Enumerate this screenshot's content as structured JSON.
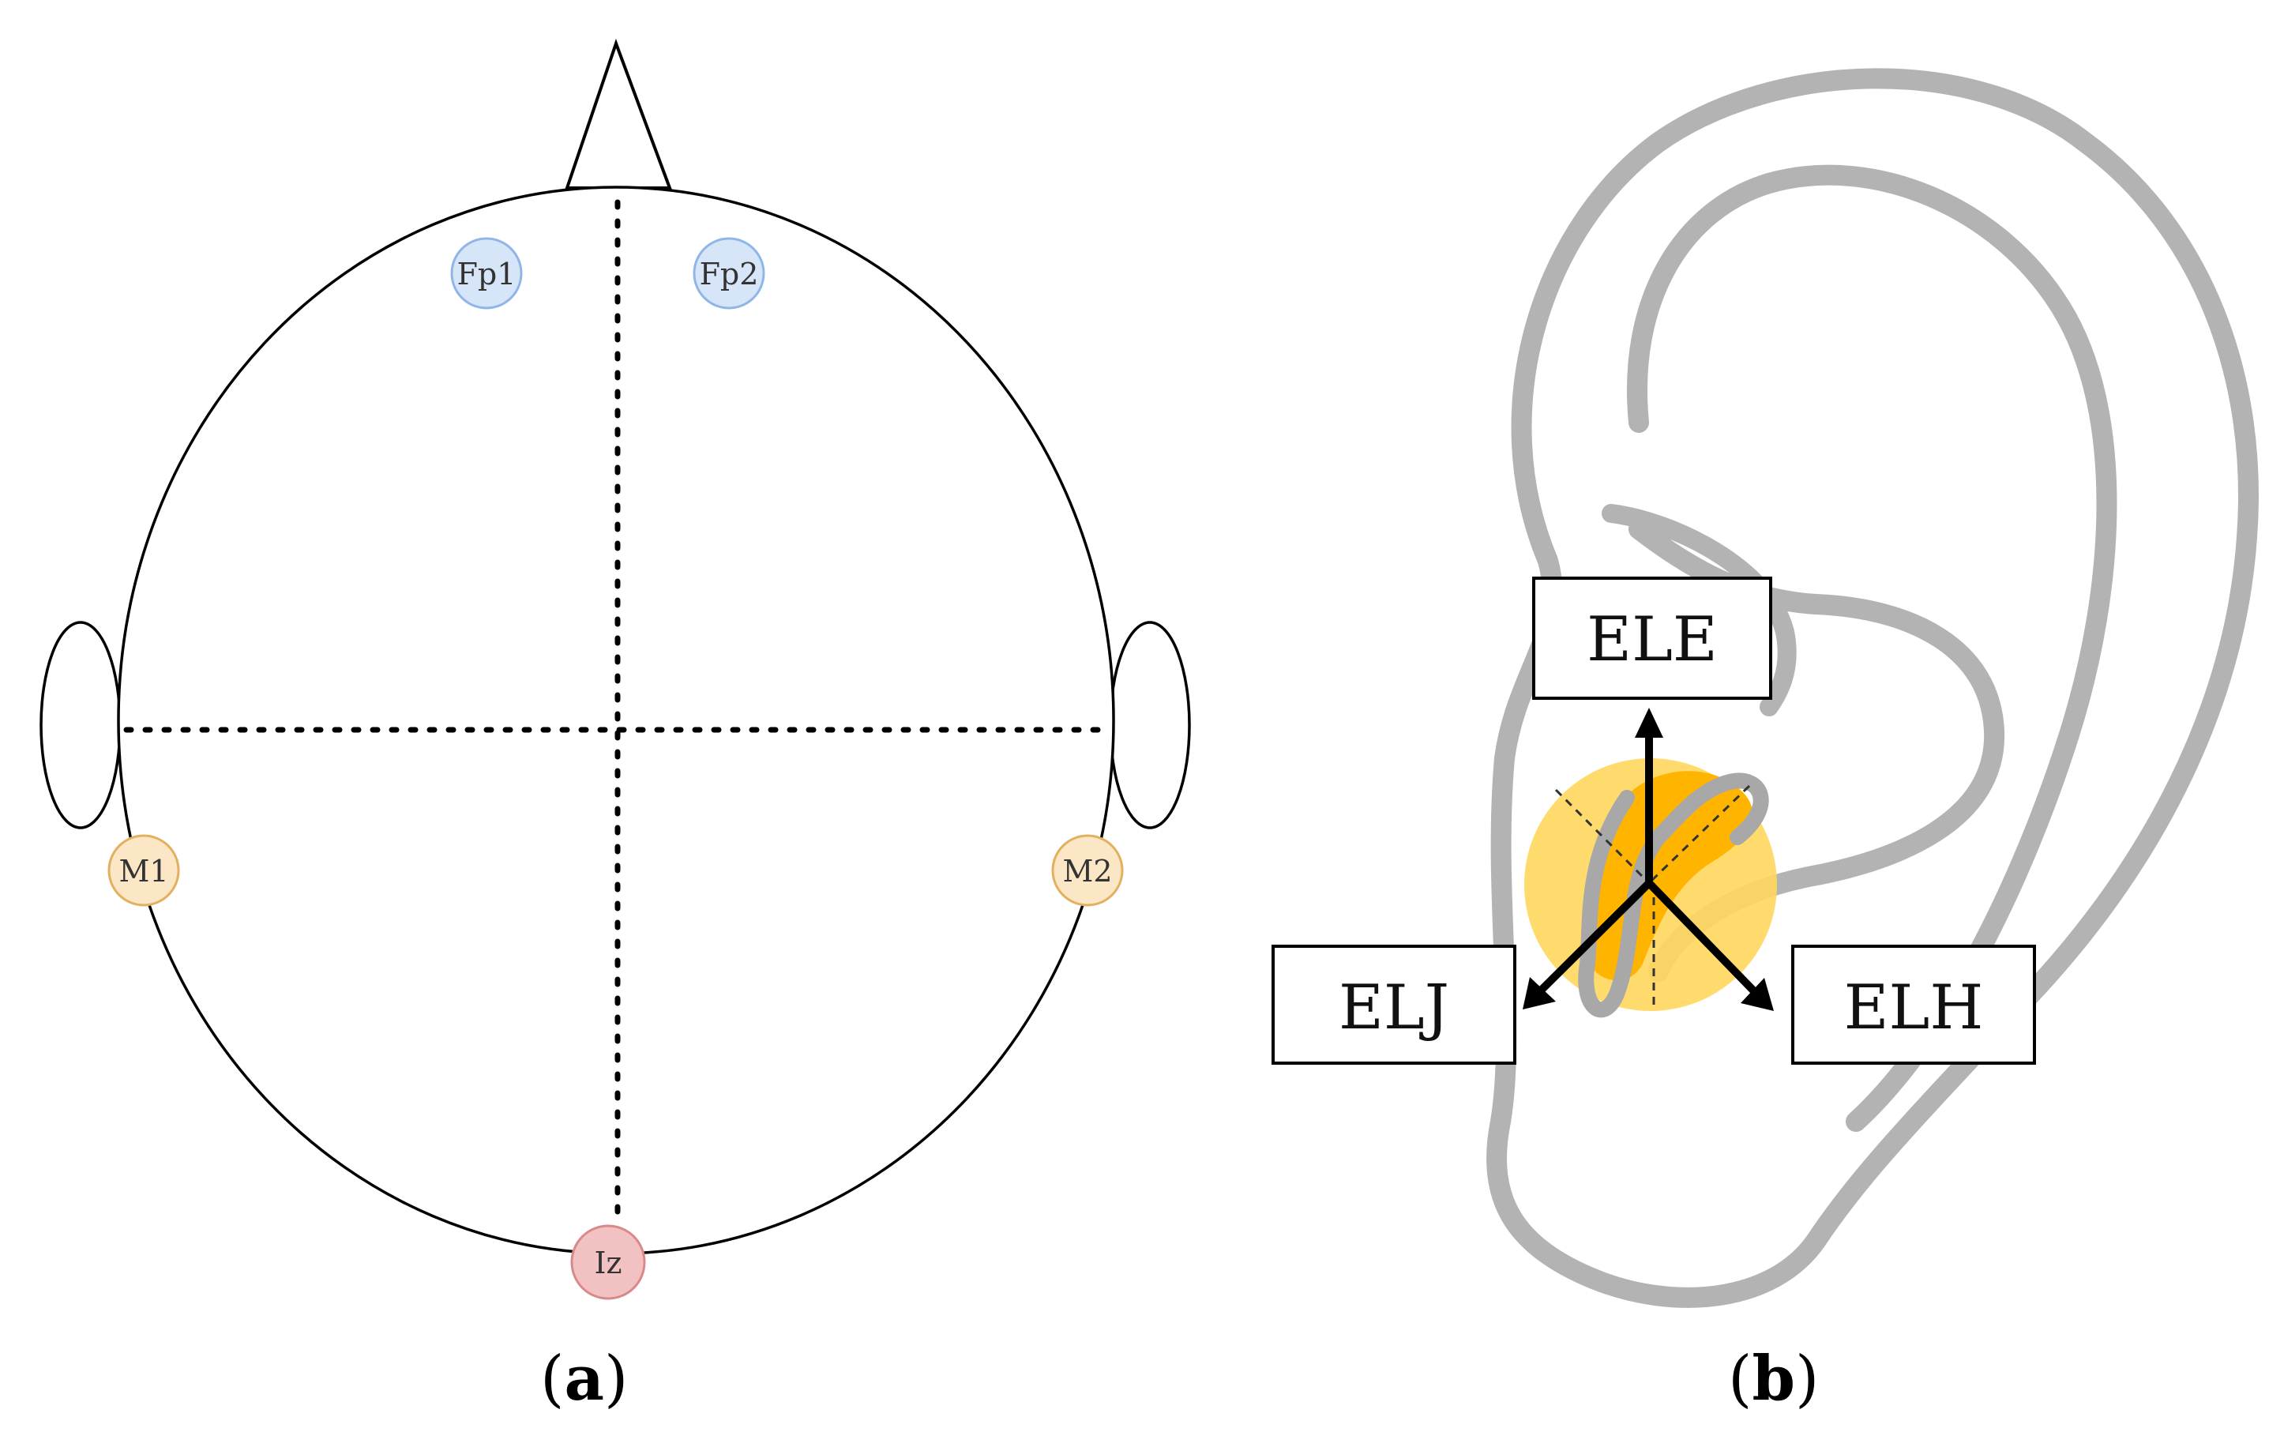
{
  "panel_a": {
    "label_open": "(",
    "label_letter": "a",
    "label_close": ")",
    "electrodes": {
      "fp1": "Fp1",
      "fp2": "Fp2",
      "m1": "M1",
      "m2": "M2",
      "iz": "Iz"
    }
  },
  "panel_b": {
    "label_open": "(",
    "label_letter": "b",
    "label_close": ")",
    "boxes": {
      "ele": "ELE",
      "elj": "ELJ",
      "elh": "ELH"
    }
  },
  "colors": {
    "frontal_electrode": "#d6e6f8",
    "mastoid_electrode": "#fbe6c6",
    "occipital_electrode": "#f2c2c2",
    "ear_outline": "#b3b3b3",
    "ear_electrode_region": "#ffd65c",
    "ear_electrode_core": "#ffb400"
  }
}
